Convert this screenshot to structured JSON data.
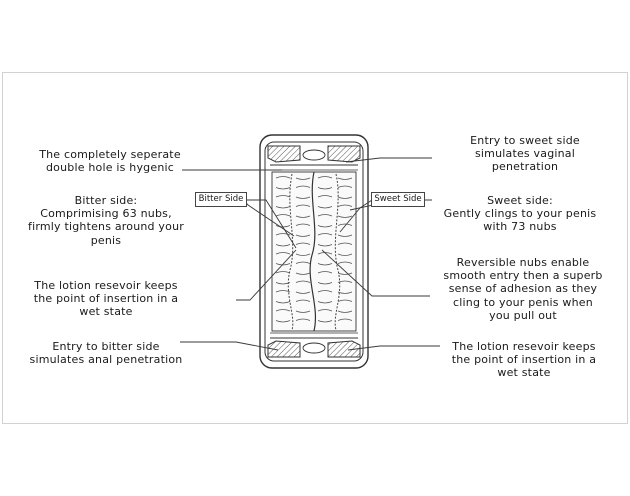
{
  "captions": {
    "left": [
      "The completely seperate\ndouble hole is hygenic",
      "Bitter side:\nComprimising 63 nubs,\nfirmly tightens around your\npenis",
      "The lotion resevoir keeps\nthe point of insertion in a\nwet state",
      "Entry to bitter side\nsimulates anal penetration"
    ],
    "right": [
      "Entry to sweet side\nsimulates vaginal\npenetration",
      "Sweet side:\nGently clings to your penis\nwith 73 nubs",
      "Reversible nubs enable\nsmooth entry then a superb\nsense of adhesion as they\ncling to your penis when\nyou pull out",
      "The lotion resevoir keeps\nthe point of insertion in a\nwet state"
    ]
  },
  "tags": {
    "bitter": "Bitter Side",
    "sweet": "Sweet Side"
  },
  "colors": {
    "line": "#3a3a3a",
    "text": "#1a1a1a",
    "frame": "#d2d2d2"
  }
}
